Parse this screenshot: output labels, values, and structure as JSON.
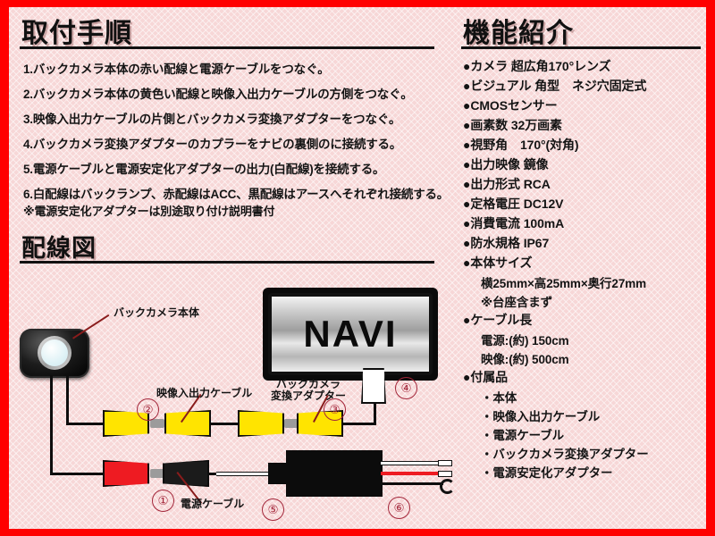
{
  "frame": {
    "border_color": "#ff0000",
    "bg_color": "#f7d7d7"
  },
  "left_column": {
    "heading": "取付手順",
    "steps": [
      "1.バックカメラ本体の赤い配線と電源ケーブルをつなぐ。",
      "2.バックカメラ本体の黄色い配線と映像入出力ケーブルの方側をつなぐ。",
      "3.映像入出力ケーブルの片側とバックカメラ変換アダプターをつなぐ。",
      "4.バックカメラ変換アダプターのカプラーをナビの裏側のに接続する。",
      "5.電源ケーブルと電源安定化アダプターの出力(白配線)を接続する。",
      "6.白配線はバックランプ、赤配線はACC、黒配線はアースへそれぞれ接続する。"
    ],
    "note": "※電源安定化アダプターは別途取り付け説明書付",
    "diagram_heading": "配線図"
  },
  "right_column": {
    "heading": "機能紹介",
    "specs": [
      {
        "bullet": "●",
        "text": "カメラ 超広角170°レンズ"
      },
      {
        "bullet": "●",
        "text": "ビジュアル 角型　ネジ穴固定式"
      },
      {
        "bullet": "●",
        "text": "CMOSセンサー"
      },
      {
        "bullet": "●",
        "text": "画素数 32万画素"
      },
      {
        "bullet": "●",
        "text": "視野角　170°(対角)"
      },
      {
        "bullet": "●",
        "text": "出力映像 鏡像"
      },
      {
        "bullet": "●",
        "text": "出力形式 RCA"
      },
      {
        "bullet": "●",
        "text": "定格電圧 DC12V"
      },
      {
        "bullet": "●",
        "text": "消費電流 100mA"
      },
      {
        "bullet": "●",
        "text": "防水規格 IP67"
      },
      {
        "bullet": "●",
        "text": "本体サイズ"
      },
      {
        "bullet": "",
        "text": "横25mm×高25mm×奥行27mm"
      },
      {
        "bullet": "",
        "text": "※台座含まず"
      },
      {
        "bullet": "●",
        "text": "ケーブル長"
      },
      {
        "bullet": "",
        "text": "電源:(約) 150cm"
      },
      {
        "bullet": "",
        "text": "映像:(約) 500cm"
      },
      {
        "bullet": "●",
        "text": "付属品"
      },
      {
        "bullet": "",
        "text": "・本体"
      },
      {
        "bullet": "",
        "text": "・映像入出力ケーブル"
      },
      {
        "bullet": "",
        "text": "・電源ケーブル"
      },
      {
        "bullet": "",
        "text": "・バックカメラ変換アダプター"
      },
      {
        "bullet": "",
        "text": "・電源安定化アダプター"
      }
    ]
  },
  "diagram": {
    "navi_label": "NAVI",
    "callouts": {
      "camera": "バックカメラ本体",
      "video_cable": "映像入出力ケーブル",
      "conv_adapter_line1": "バックカメラ",
      "conv_adapter_line2": "変換アダプター",
      "power_cable": "電源ケーブル"
    },
    "numbers": [
      "①",
      "②",
      "③",
      "④",
      "⑤",
      "⑥"
    ]
  }
}
